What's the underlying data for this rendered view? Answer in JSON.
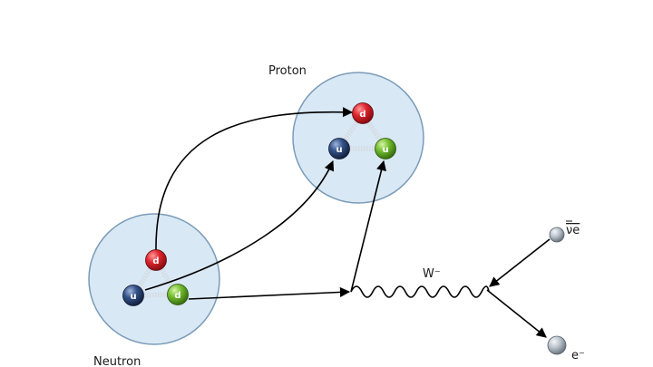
{
  "labels": {
    "proton": "Proton",
    "neutron": "Neutron",
    "w_boson": "W⁻",
    "antineutrino": "νe",
    "electron": "e⁻"
  },
  "quarks": {
    "proton_d": "d",
    "proton_u1": "u",
    "proton_u2": "u",
    "neutron_d": "d",
    "neutron_u": "u",
    "neutron_d2": "d"
  },
  "colors": {
    "nucleon_fill": "#d9e8f5",
    "nucleon_stroke": "#7a9bb8",
    "down_quark": "#d8202a",
    "up_quark_blue": "#2c4a7a",
    "up_quark_green": "#6cb82c",
    "lepton": "#a9b3bc",
    "arrow": "#000000"
  }
}
